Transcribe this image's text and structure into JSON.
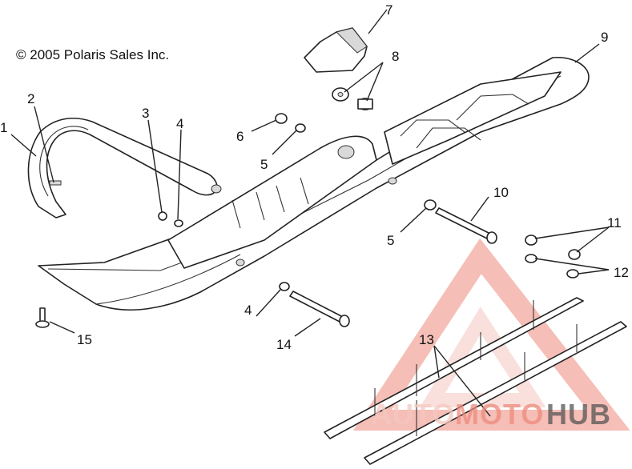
{
  "copyright": "© 2005 Polaris Sales Inc.",
  "callouts": [
    "1",
    "2",
    "3",
    "4",
    "4",
    "5",
    "5",
    "6",
    "7",
    "8",
    "9",
    "10",
    "11",
    "12",
    "13",
    "14",
    "15"
  ],
  "watermark": {
    "text_auto": "AUTO",
    "text_moto": "MOTO",
    "text_hub": "HUB",
    "color_light": "#f5c8c0",
    "color_mid": "#ee8a7c",
    "color_dark": "#555555"
  }
}
